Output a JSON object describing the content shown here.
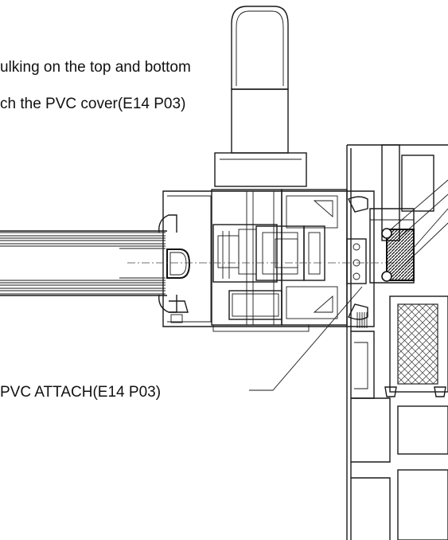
{
  "notes": {
    "line1": "ulking on the top and bottom",
    "line2": "ch the PVC cover(E14 P03)"
  },
  "callout": {
    "label": "PVC ATTACH(E14 P03)"
  }
}
